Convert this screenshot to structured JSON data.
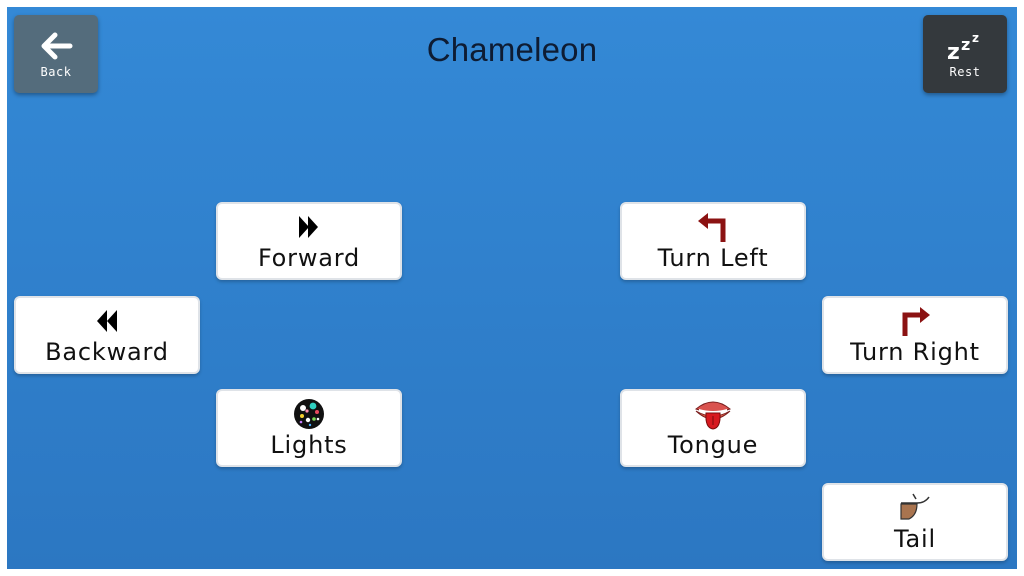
{
  "header": {
    "title": "Chameleon"
  },
  "back": {
    "label": "Back",
    "icon": "arrow-left-icon"
  },
  "rest": {
    "label": "Rest",
    "icon": "sleep-zzz-icon"
  },
  "tiles": {
    "forward": {
      "label": "Forward",
      "icon": "fast-forward-icon"
    },
    "backward": {
      "label": "Backward",
      "icon": "rewind-icon"
    },
    "lights": {
      "label": "Lights",
      "icon": "lights-icon"
    },
    "turn_left": {
      "label": "Turn Left",
      "icon": "turn-left-arrow-icon"
    },
    "turn_right": {
      "label": "Turn Right",
      "icon": "turn-right-arrow-icon"
    },
    "tongue": {
      "label": "Tongue",
      "icon": "tongue-mouth-icon"
    },
    "tail": {
      "label": "Tail",
      "icon": "tail-icon"
    }
  },
  "colors": {
    "background": "#3489d6",
    "back_button": "#546c7c",
    "rest_button": "#34393d",
    "tile": "#ffffff",
    "turn_arrow": "#8b1212"
  }
}
